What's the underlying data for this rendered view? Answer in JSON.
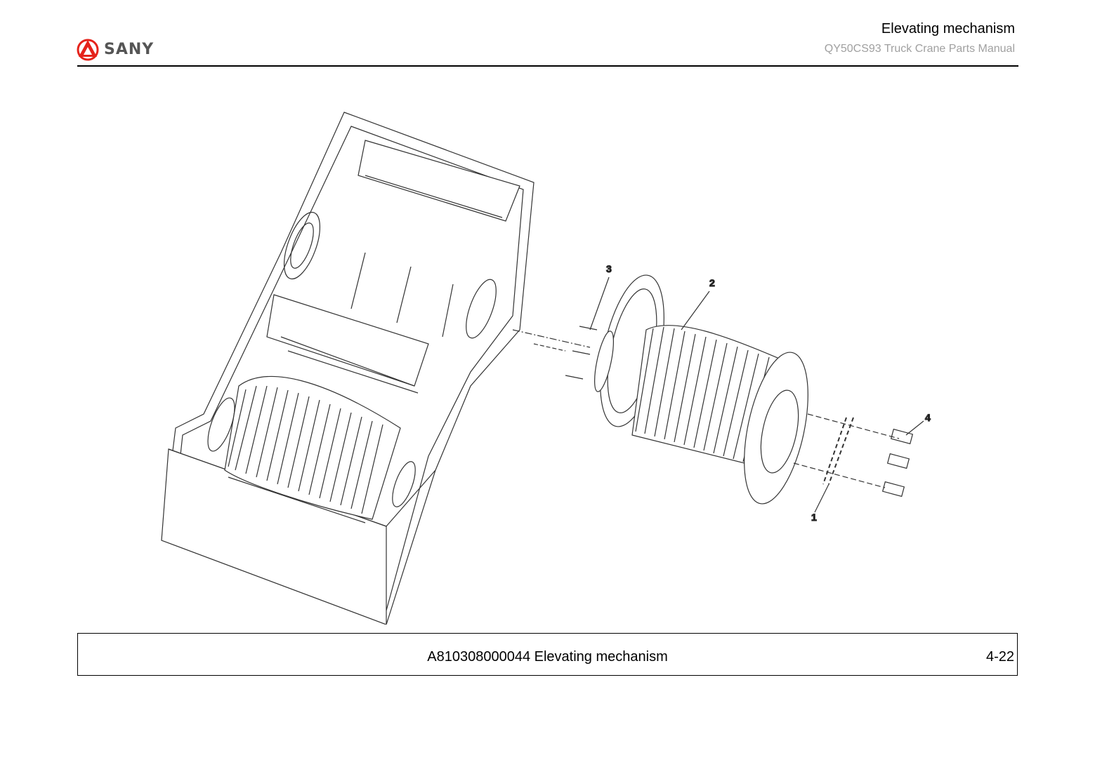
{
  "brand": {
    "name": "SANY",
    "accent": "#e5231b"
  },
  "header": {
    "title": "Elevating mechanism",
    "subtitle": "QY50CS93 Truck Crane  Parts Manual"
  },
  "figure": {
    "callouts": [
      "1",
      "2",
      "3",
      "4"
    ]
  },
  "footer": {
    "caption": "A810308000044 Elevating mechanism",
    "page": "4-22"
  }
}
